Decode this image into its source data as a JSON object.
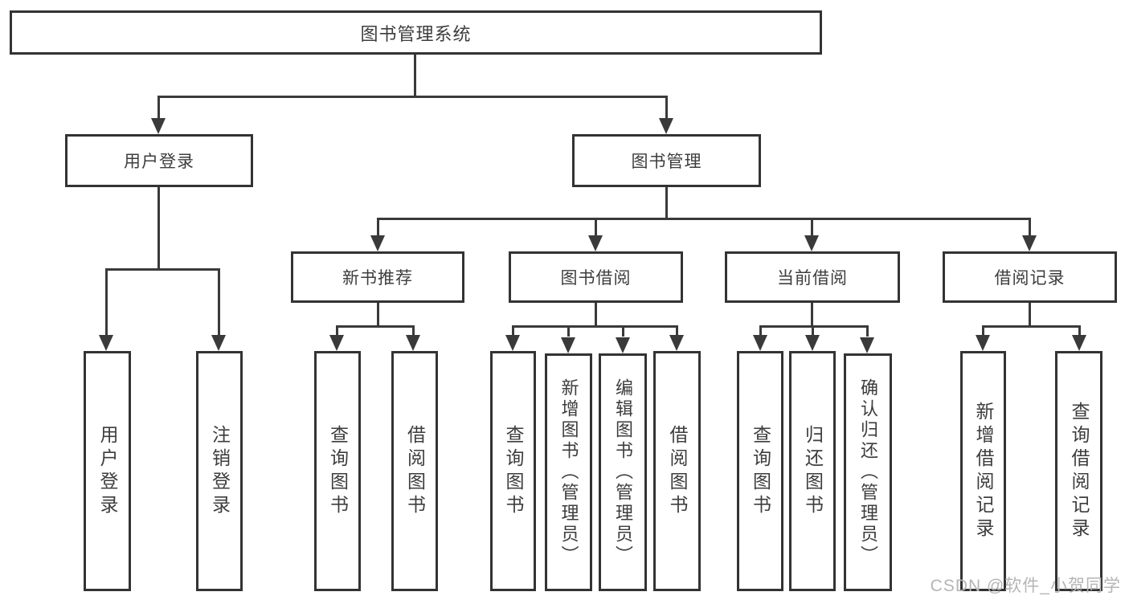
{
  "tree": {
    "root": "图书管理系统",
    "children": [
      {
        "label": "用户登录",
        "children": [
          "用户登录",
          "注销登录"
        ]
      },
      {
        "label": "图书管理",
        "children": [
          {
            "label": "新书推荐",
            "children": [
              "查询图书",
              "借阅图书"
            ]
          },
          {
            "label": "图书借阅",
            "children": [
              "查询图书",
              "新增图书（管理员）",
              "编辑图书（管理员）",
              "借阅图书"
            ]
          },
          {
            "label": "当前借阅",
            "children": [
              "查询图书",
              "归还图书",
              "确认归还（管理员）"
            ]
          },
          {
            "label": "借阅记录",
            "children": [
              "新增借阅记录",
              "查询借阅记录"
            ]
          }
        ]
      }
    ]
  },
  "watermark": {
    "text": "CSDN @软件_小贺同学"
  },
  "colors": {
    "line": "#3a3a3a",
    "box_border": "#333333",
    "text": "#3d3d3d",
    "watermark": "#b5b5b5",
    "background": "#ffffff"
  }
}
